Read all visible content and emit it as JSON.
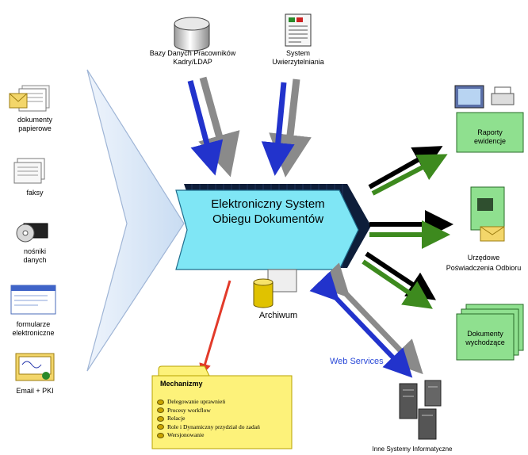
{
  "center": {
    "line1": "Elektroniczny System",
    "line2": "Obiegu Dokumentów"
  },
  "top_sources": [
    {
      "line1": "Bazy Danych Pracowników",
      "line2": "Kadry/LDAP"
    },
    {
      "line1": "System",
      "line2": "Uwierzytelniania"
    }
  ],
  "inputs": [
    {
      "line1": "dokumenty",
      "line2": "papierowe"
    },
    {
      "line1": "faksy",
      "line2": ""
    },
    {
      "line1": "nośniki",
      "line2": "danych"
    },
    {
      "line1": "formularze",
      "line2": "elektroniczne"
    },
    {
      "line1": "Email + PKI",
      "line2": ""
    }
  ],
  "archive": {
    "label": "Archiwum"
  },
  "mechanisms": {
    "title": "Mechanizmy",
    "items": [
      "Delegowanie uprawnień",
      "Procesy workflow",
      "Relacje",
      "Role i Dynamiczny przydział do zadań",
      "Wersjonowanie"
    ]
  },
  "web_services": {
    "label": "Web Services"
  },
  "outputs": [
    {
      "line1": "Raporty",
      "line2": "ewidencje"
    },
    {
      "line1": "Urzędowe",
      "line2": "Poświadczenia Odbioru"
    },
    {
      "line1": "Dokumenty",
      "line2": "wychodzące"
    }
  ],
  "other_systems": {
    "label": "Inne Systemy Informatyczne"
  },
  "colors": {
    "center_fill": "#7fe6f5",
    "center_dark": "#0e1e3a",
    "arrow_blue": "#2233cc",
    "arrow_gray": "#8a8a8a",
    "arrow_green": "#3d8a1e",
    "arrow_black": "#000000",
    "arrow_red": "#e23a2a",
    "chevron_fill": "#dbe7f6",
    "folder_fill": "#fdf27a",
    "doc_green": "#8fe08f"
  }
}
